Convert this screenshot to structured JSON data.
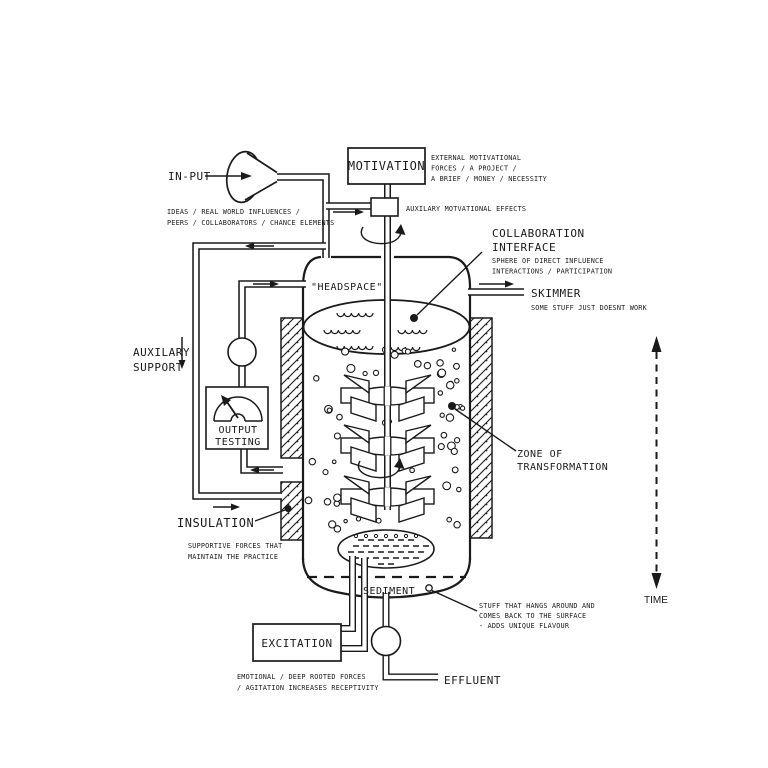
{
  "diagram": {
    "colors": {
      "ink": "#1a1a1a",
      "background": "#ffffff"
    },
    "input": {
      "label": "IN-PUT",
      "note": [
        "IDEAS / REAL WORLD INFLUENCES /",
        "PEERS / COLLABORATORS / CHANCE ELEMENTS"
      ]
    },
    "motivation": {
      "label": "MOTIVATION",
      "note": [
        "EXTERNAL MOTIVATIONAL",
        "FORCES / A PROJECT /",
        "A BRIEF / MONEY / NECESSITY"
      ],
      "aux_note": "AUXILARY MOTVATIONAL EFFECTS"
    },
    "collaboration": {
      "label": [
        "COLLABORATION",
        "INTERFACE"
      ],
      "note": [
        "SPHERE OF DIRECT INFLUENCE",
        "INTERACTIONS / PARTICIPATION"
      ]
    },
    "headspace": {
      "label": "\"HEADSPACE\""
    },
    "skimmer": {
      "label": "SKIMMER",
      "note": "SOME STUFF JUST DOESNT WORK"
    },
    "aux_support": {
      "label": [
        "AUXILARY",
        "SUPPORT"
      ]
    },
    "output_testing": {
      "label": [
        "OUTPUT",
        "TESTING"
      ]
    },
    "zone": {
      "label": [
        "ZONE OF",
        "TRANSFORMATION"
      ]
    },
    "insulation": {
      "label": "INSULATION",
      "note": [
        "SUPPORTIVE FORCES THAT",
        "MAINTAIN THE PRACTICE"
      ]
    },
    "sediment": {
      "label": "SEDIMENT",
      "note": [
        "STUFF THAT HANGS AROUND AND",
        "COMES BACK TO THE SURFACE",
        "- ADDS UNIQUE FLAVOUR"
      ]
    },
    "excitation": {
      "label": "EXCITATION",
      "note": [
        "EMOTIONAL / DEEP ROOTED FORCES",
        "/ AGITATION INCREASES RECEPTIVITY"
      ]
    },
    "effluent": {
      "label": "EFFLUENT"
    },
    "time": {
      "label": "TIME"
    }
  }
}
